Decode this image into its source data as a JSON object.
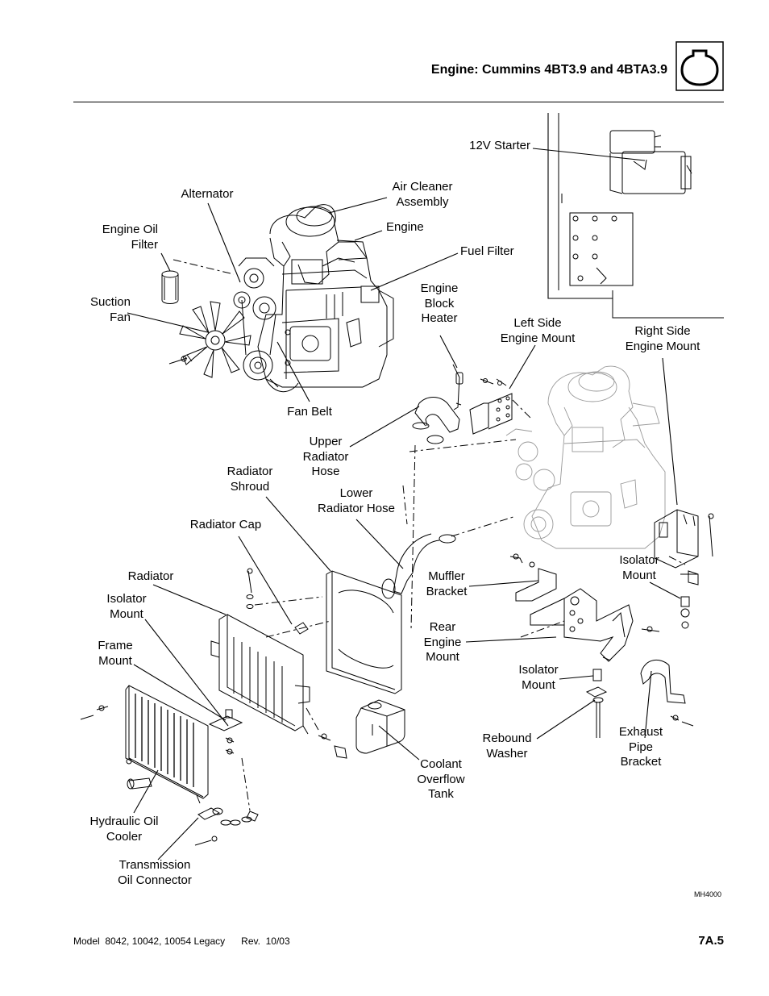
{
  "header": {
    "title": "Engine: Cummins 4BT3.9 and 4BTA3.9",
    "section_icon": "engine-outline-icon"
  },
  "diagram": {
    "drawing_code": "MH4000",
    "labels": {
      "starter": "12V Starter",
      "air_cleaner": "Air Cleaner\nAssembly",
      "alternator": "Alternator",
      "engine": "Engine",
      "engine_oil_filter": "Engine Oil\nFilter",
      "fuel_filter": "Fuel Filter",
      "suction_fan": "Suction\nFan",
      "engine_block_heater": "Engine\nBlock\nHeater",
      "left_side_mount": "Left Side\nEngine Mount",
      "right_side_mount": "Right Side\nEngine Mount",
      "fan_belt": "Fan Belt",
      "upper_radiator_hose": "Upper\nRadiator\nHose",
      "radiator_shroud": "Radiator\nShroud",
      "lower_radiator_hose": "Lower\nRadiator Hose",
      "radiator_cap": "Radiator Cap",
      "isolator_mount_right": "Isolator\nMount",
      "radiator": "Radiator",
      "muffler_bracket": "Muffler\nBracket",
      "isolator_mount_left": "Isolator\nMount",
      "rear_engine_mount": "Rear\nEngine\nMount",
      "frame_mount": "Frame\nMount",
      "isolator_mount_lower": "Isolator\nMount",
      "exhaust_pipe_bracket": "Exhaust\nPipe\nBracket",
      "rebound_washer": "Rebound\nWasher",
      "coolant_overflow_tank": "Coolant\nOverflow\nTank",
      "hydraulic_oil_cooler": "Hydraulic Oil\nCooler",
      "transmission_oil_connector": "Transmission\nOil Connector"
    }
  },
  "footer": {
    "model_rev": "Model  8042, 10042, 10054 Legacy      Rev.  10/03",
    "page_number": "7A.5"
  }
}
